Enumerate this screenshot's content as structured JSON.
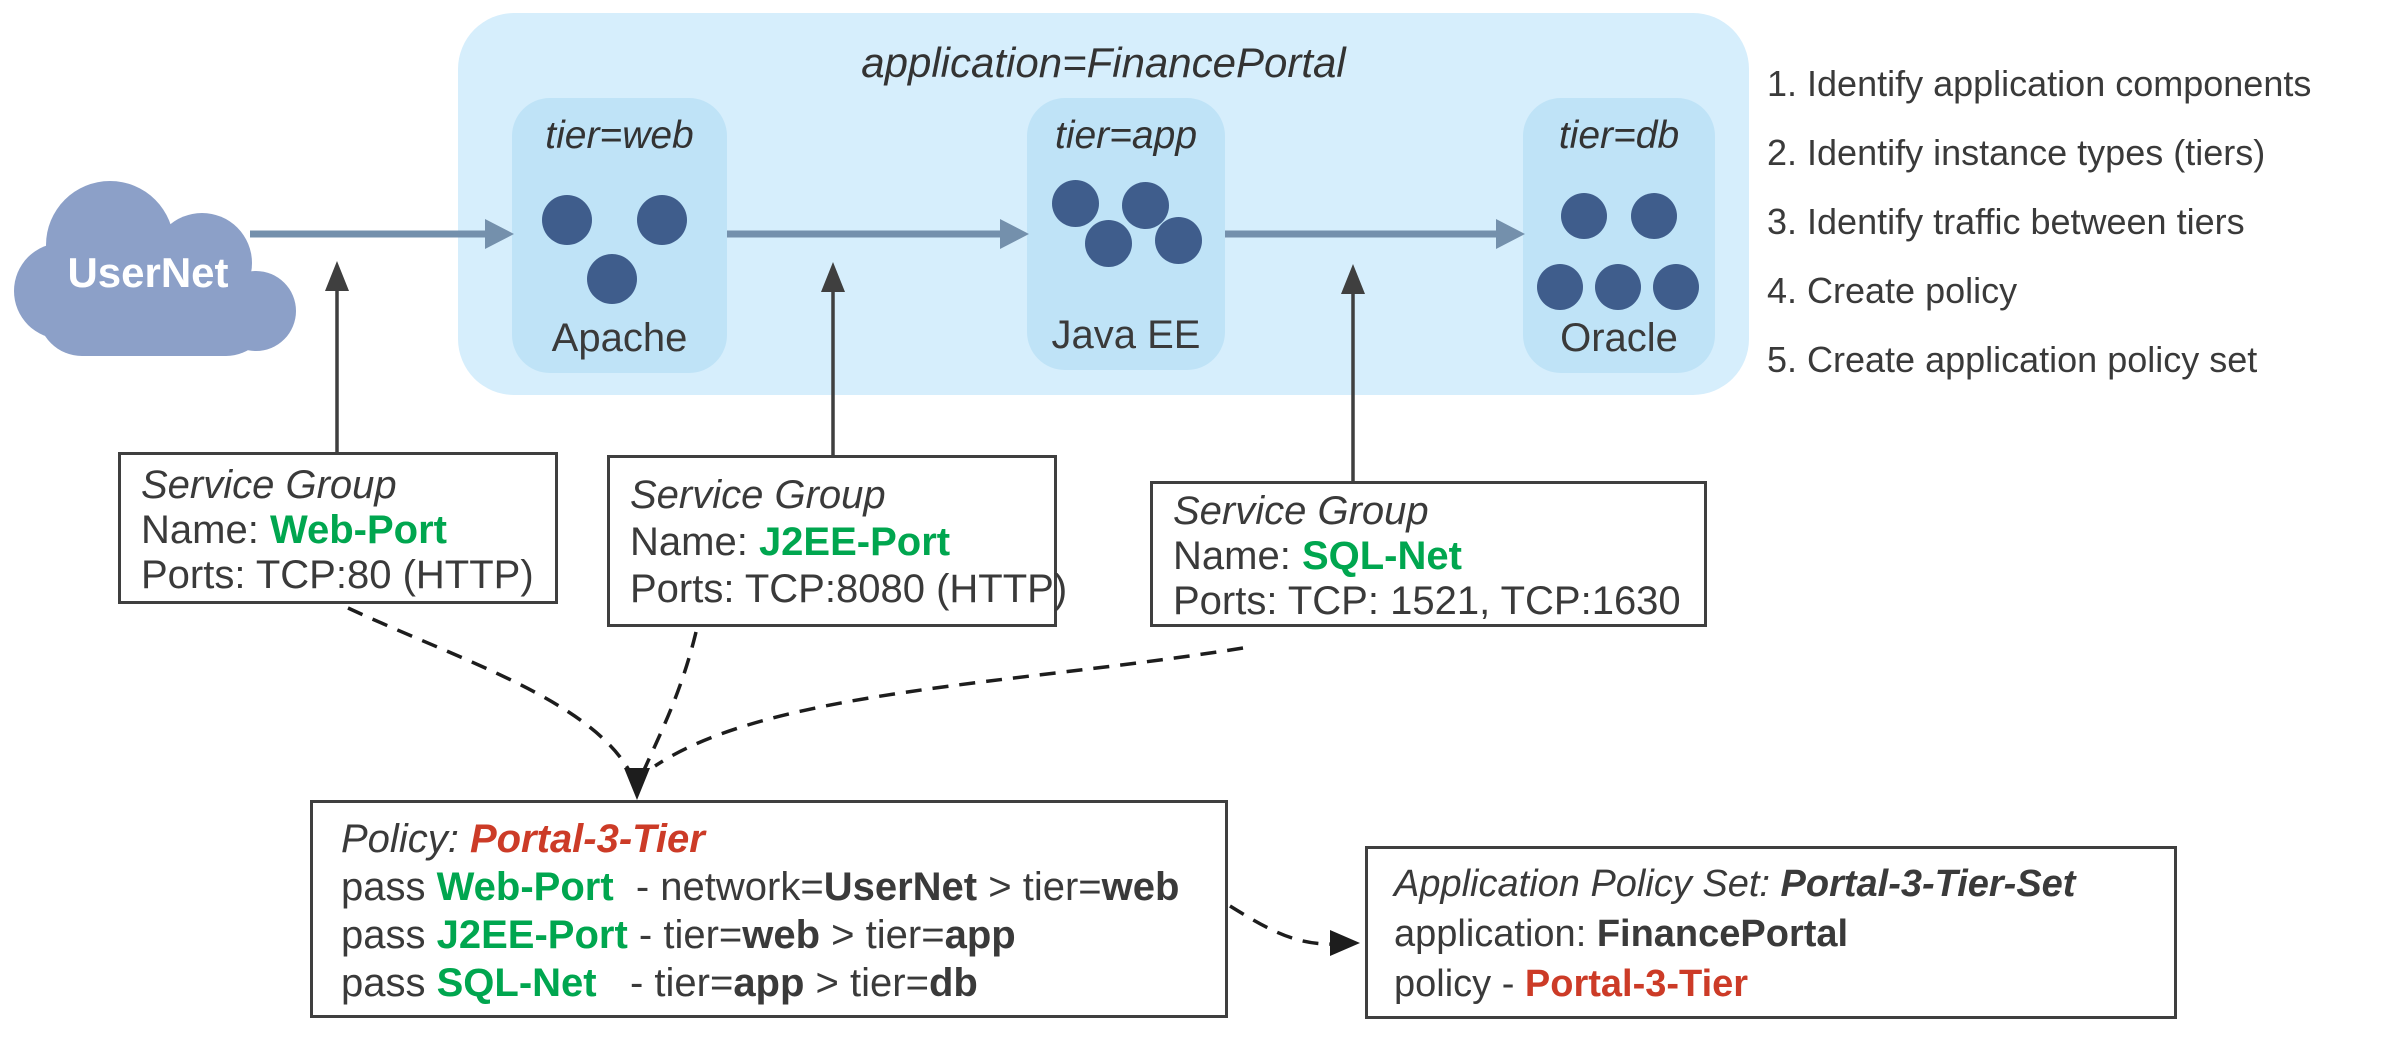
{
  "cloud": {
    "label": "UserNet"
  },
  "container": {
    "label": "application=FinancePortal",
    "tiers": [
      {
        "tag": "tier=web",
        "name": "Apache",
        "instances": 3
      },
      {
        "tag": "tier=app",
        "name": "Java EE",
        "instances": 4
      },
      {
        "tag": "tier=db",
        "name": "Oracle",
        "instances": 5
      }
    ]
  },
  "steps": [
    "1. Identify application components",
    "2. Identify instance types (tiers)",
    "3. Identify traffic between tiers",
    "4. Create policy",
    "5. Create application policy set"
  ],
  "service_groups": [
    {
      "title": "Service Group",
      "name_segments": [
        {
          "t": "Name: "
        },
        {
          "t": "Web-Port",
          "c": "g"
        }
      ],
      "ports": "Ports: TCP:80 (HTTP)"
    },
    {
      "title": "Service Group",
      "name_segments": [
        {
          "t": "Name: "
        },
        {
          "t": "J2EE-Port",
          "c": "g"
        }
      ],
      "ports": "Ports: TCP:8080 (HTTP)"
    },
    {
      "title": "Service Group",
      "name_segments": [
        {
          "t": "Name: "
        },
        {
          "t": "SQL-Net",
          "c": "g"
        }
      ],
      "ports": "Ports: TCP: 1521, TCP:1630"
    }
  ],
  "policy": {
    "title_segments": [
      {
        "t": "Policy: ",
        "c": "i"
      },
      {
        "t": "Portal-3-Tier",
        "c": "ri"
      }
    ],
    "rules": [
      [
        {
          "t": "pass "
        },
        {
          "t": "Web-Port",
          "c": "g"
        },
        {
          "t": "  - network="
        },
        {
          "t": "UserNet",
          "c": "b"
        },
        {
          "t": " > tier="
        },
        {
          "t": "web",
          "c": "b"
        }
      ],
      [
        {
          "t": "pass "
        },
        {
          "t": "J2EE-Port",
          "c": "g"
        },
        {
          "t": " - tier="
        },
        {
          "t": "web",
          "c": "b"
        },
        {
          "t": " > tier="
        },
        {
          "t": "app",
          "c": "b"
        }
      ],
      [
        {
          "t": "pass "
        },
        {
          "t": "SQL-Net",
          "c": "g"
        },
        {
          "t": "   - tier="
        },
        {
          "t": "app",
          "c": "b"
        },
        {
          "t": " > tier="
        },
        {
          "t": "db",
          "c": "b"
        }
      ]
    ]
  },
  "policy_set": {
    "lines": [
      [
        {
          "t": "Application Policy Set: ",
          "c": "i"
        },
        {
          "t": "Portal-3-Tier-Set",
          "c": "bi"
        }
      ],
      [
        {
          "t": "application: "
        },
        {
          "t": "FinancePortal",
          "c": "b"
        }
      ],
      [
        {
          "t": "policy - "
        },
        {
          "t": "Portal-3-Tier",
          "c": "r"
        }
      ]
    ]
  },
  "colors": {
    "accent_green": "#00A64F",
    "accent_red": "#CC3B27",
    "container_fill": "#D6EEFC",
    "tier_fill": "#BFE3F7",
    "instance_dot": "#3F5D8C",
    "cloud_fill": "#8CA0C8",
    "flow_arrow": "#7490AC",
    "text_dark": "#3A3A3A",
    "box_border": "#3F3F3F"
  }
}
